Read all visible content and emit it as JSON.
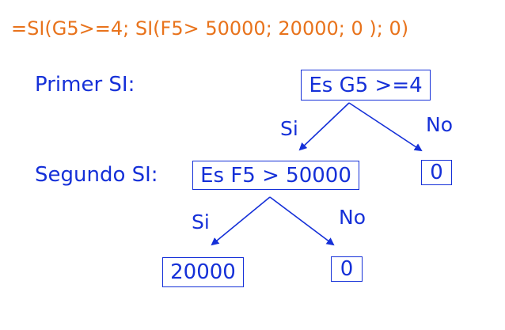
{
  "formula": "=SI(G5>=4; SI(F5> 50000; 20000; 0 ); 0)",
  "labels": {
    "first": "Primer SI:",
    "second": "Segundo SI:"
  },
  "nodes": {
    "first_condition": "Es G5 >=4",
    "second_condition": "Es F5 > 50000",
    "first_false": "0",
    "second_true": "20000",
    "second_false": "0"
  },
  "branches": {
    "first_yes": "Si",
    "first_no": "No",
    "second_yes": "Si",
    "second_no": "No"
  },
  "colors": {
    "formula": "#e8731c",
    "diagram": "#1530d8"
  }
}
